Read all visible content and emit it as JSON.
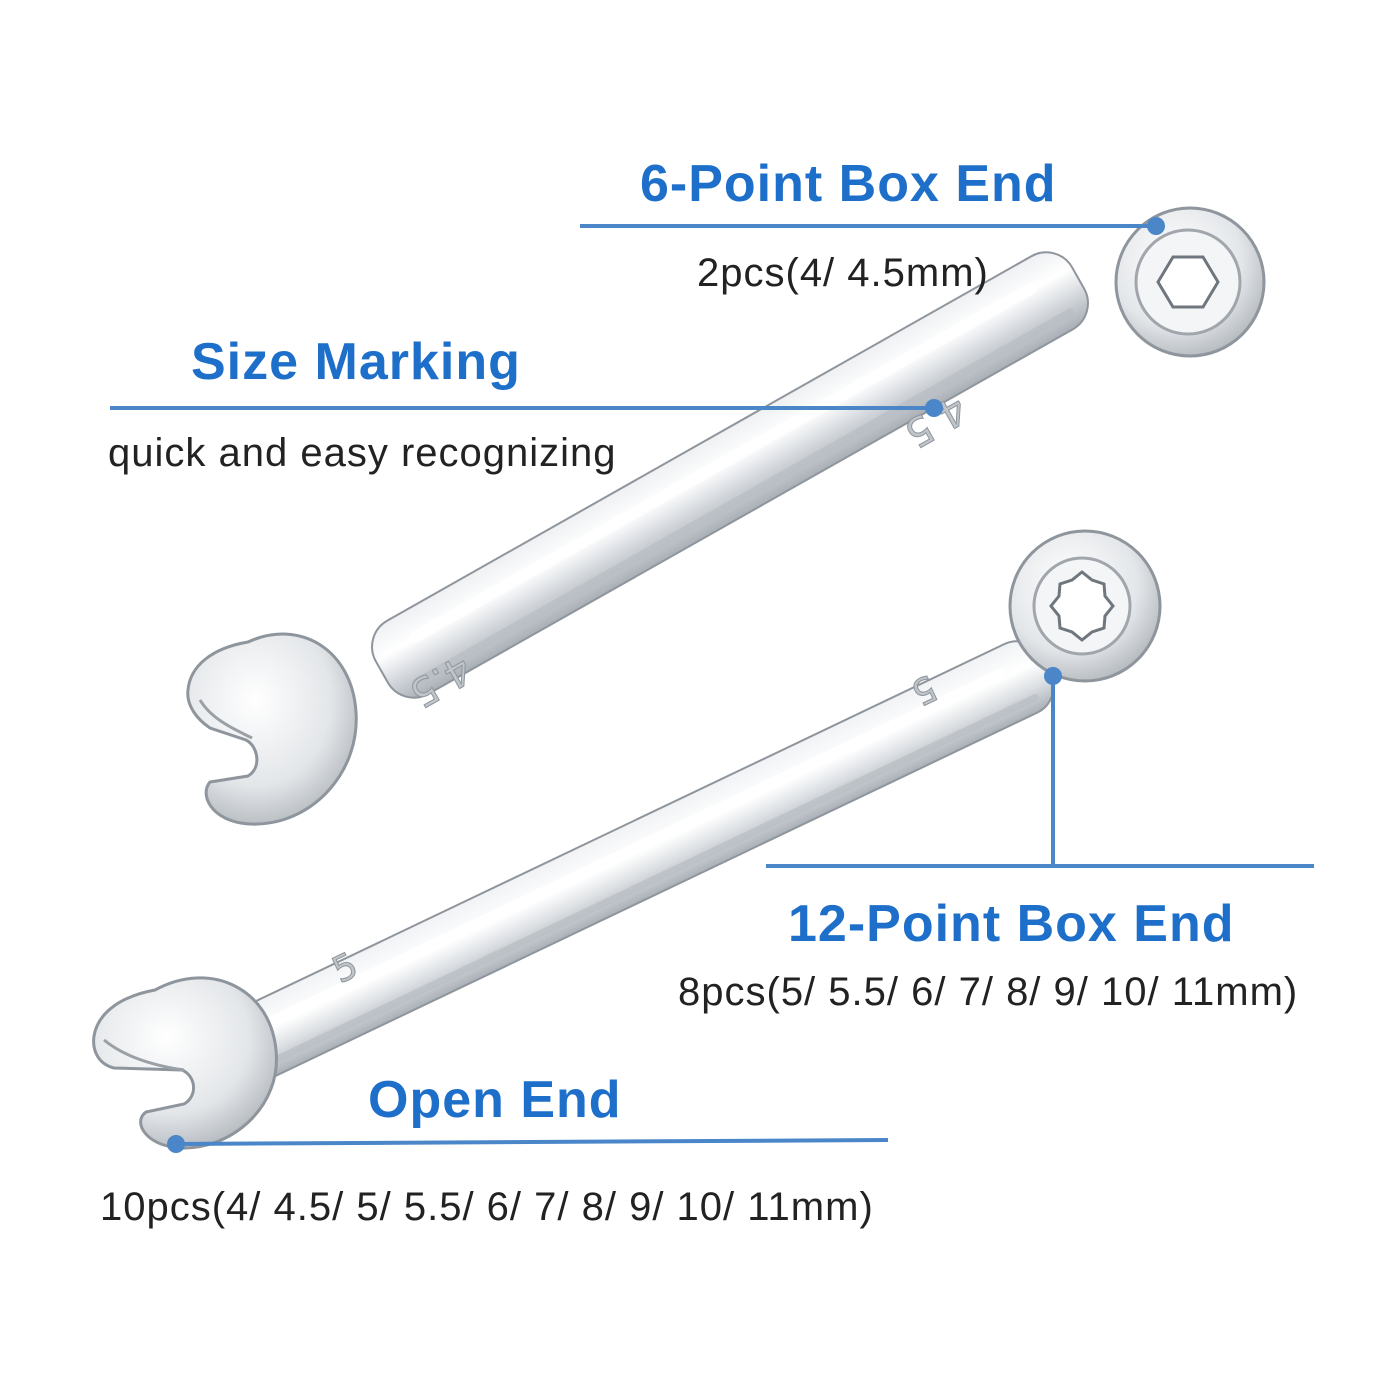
{
  "theme": {
    "accent": "#1e6fc9",
    "callout_line": "#4a86c8",
    "text": "#222222",
    "metal_light": "#f7f8f9",
    "metal_mid": "#d9dde1",
    "metal_dark": "#9aa0a6"
  },
  "callouts": {
    "six_point": {
      "title": "6-Point Box End",
      "desc": "2pcs(4/ 4.5mm)"
    },
    "size_marking": {
      "title": "Size Marking",
      "desc": "quick and easy recognizing"
    },
    "twelve_point": {
      "title": "12-Point Box End",
      "desc": "8pcs(5/ 5.5/ 6/ 7/ 8/ 9/ 10/ 11mm)"
    },
    "open_end": {
      "title": "Open End",
      "desc": "10pcs(4/ 4.5/ 5/ 5.5/ 6/ 7/ 8/ 9/ 10/ 11mm)"
    }
  },
  "wrenches": {
    "upper": {
      "icon": "wrench-six-point-icon",
      "size_stamp": "4.5"
    },
    "lower": {
      "icon": "wrench-twelve-point-icon",
      "size_stamp": "5"
    }
  }
}
